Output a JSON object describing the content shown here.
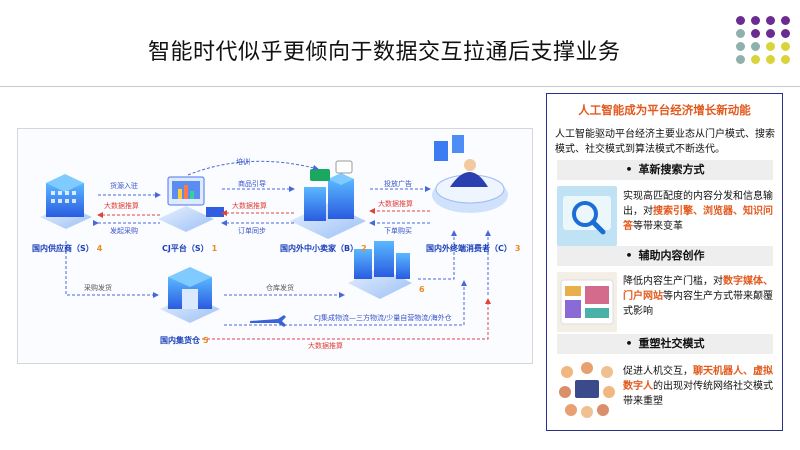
{
  "slide": {
    "title": "智能时代似乎更倾向于数据交互拉通后支撑业务"
  },
  "colors": {
    "dot_purple": "#6b2c91",
    "dot_teal": "#8fb0ad",
    "dot_yellow": "#d9d43a",
    "panel_border": "#2b2f8c",
    "accent_orange": "#e25a1e",
    "diagram_blue": "#3552c8"
  },
  "diagram": {
    "nodes": [
      {
        "label": "国内供应商（S）",
        "num": "4"
      },
      {
        "label": "CJ平台（S）",
        "num": "1"
      },
      {
        "label": "国内外中小卖家（B）",
        "num": "2"
      },
      {
        "label": "国内外终端消费者（C）",
        "num": "3"
      },
      {
        "label": "国内集货仓",
        "num": "5"
      },
      {
        "label": "",
        "num": "6"
      }
    ],
    "flow_labels": {
      "huoyuan_ruzhu": "货源入驻",
      "dashuju_tuisuan_1": "大数据推算",
      "faqi_caigou": "发起采购",
      "peixun": "培训",
      "shangpin_yindao": "商品引导",
      "dashuju_tuisuan_2": "大数据推算",
      "dingdan_tongbu": "订单同步",
      "toufang_guanggao": "投放广告",
      "dashuju_tuisuan_3": "大数据推算",
      "xiadan_gouxiao": "下单购买",
      "caigou_fahuo": "采购发货",
      "cangku_fahuo": "仓库发货",
      "wuliu": "CJ集成物流—三方物流/少量自营物流/海外仓",
      "dashuju_tuisuan_4": "大数据推算"
    }
  },
  "panel": {
    "title": "人工智能成为平台经济增长新动能",
    "intro": "人工智能驱动平台经济主要业态从门户模式、搜索模式、社交模式到算法模式不断迭代。",
    "bullet": "•",
    "sections": [
      {
        "heading": "革新搜索方式",
        "text_a": "实现高匹配度的内容分发和信息输出，对",
        "highlight": "搜索引擎、浏览器、知识问答",
        "text_b": "等带来变革",
        "icon": "search-magnifier-icon"
      },
      {
        "heading": "辅助内容创作",
        "text_a": "降低内容生产门槛，对",
        "highlight": "数字媒体、门户网站",
        "text_b": "等内容生产方式带来颠覆式影响",
        "icon": "content-creation-icon"
      },
      {
        "heading": "重塑社交模式",
        "text_a": "促进人机交互，",
        "highlight": "聊天机器人、虚拟数字人",
        "text_b": "的出现对传统网络社交模式带来重塑",
        "icon": "social-network-icon"
      }
    ]
  }
}
